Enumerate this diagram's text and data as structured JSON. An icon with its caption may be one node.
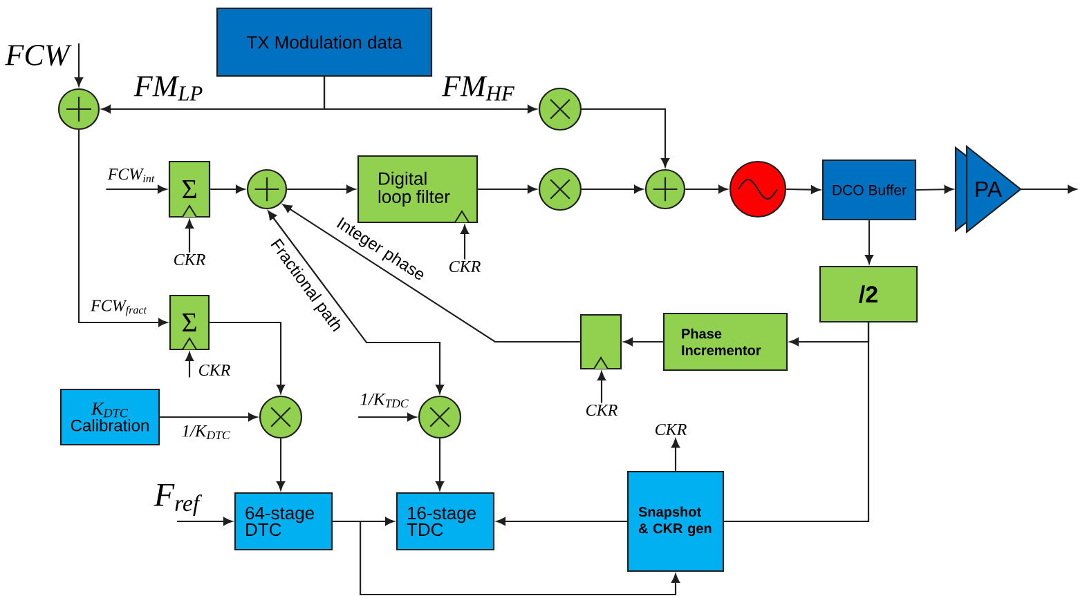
{
  "diagram": {
    "nodes": [
      {
        "text": [
          "FCW"
        ]
      },
      {
        "text": [
          "TX Modulation data"
        ]
      },
      {
        "text": [],
        "shape": "circle"
      },
      {
        "text": [],
        "shape": "circle"
      },
      {
        "text": [
          "FCW$_{int}$"
        ]
      },
      {
        "text": [
          "Σ"
        ]
      },
      {
        "text": [],
        "shape": "circle"
      },
      {
        "text": [
          "Digital loop filter"
        ]
      },
      {
        "text": [],
        "shape": "circle"
      },
      {
        "text": [],
        "shape": "circle"
      },
      {
        "text": [],
        "shape": "circle"
      },
      {
        "text": [
          "DCO Buffer"
        ]
      },
      {
        "text": [
          "PA"
        ]
      },
      {
        "text": [
          "CKR"
        ]
      },
      {
        "text": [
          "CKR"
        ]
      },
      {
        "text": [
          "/2"
        ]
      },
      {
        "text": [
          "Σ"
        ]
      },
      {
        "text": [],
        "shape": "box"
      },
      {
        "text": [
          "Phase Incrementor"
        ]
      },
      {
        "text": [
          "CKR"
        ]
      },
      {
        "text": [
          "CKR"
        ]
      },
      {
        "text": [
          "K$_{DTC}$",
          "Calibration"
        ]
      },
      {
        "text": [],
        "shape": "circle"
      },
      {
        "text": [
          "1/K$_{TDC}$"
        ]
      },
      {
        "text": [],
        "shape": "circle"
      },
      {
        "text": [
          "CKR"
        ]
      },
      {
        "text": [
          "F$_{ref}$"
        ]
      },
      {
        "text": [
          "64-stage DTC"
        ]
      },
      {
        "text": [
          "16-stage TDC"
        ]
      },
      {
        "text": [
          "Snapshot & CKR gen"
        ]
      }
    ],
    "edges": [
      {
        "from": 0,
        "to": 2,
        "arrow": "to"
      },
      {
        "from": 1,
        "to": 2,
        "arrow": "to",
        "label": "FM$_{LP}$"
      },
      {
        "from": 1,
        "to": 3,
        "arrow": "to",
        "label": "FM$_{HF}$"
      },
      {
        "from": 2,
        "to": 16,
        "arrow": "to",
        "label": "FCW$_{fract}$"
      },
      {
        "from": 4,
        "to": 5,
        "arrow": "to"
      },
      {
        "from": 5,
        "to": 6,
        "arrow": "to"
      },
      {
        "from": 6,
        "to": 7,
        "arrow": "to"
      },
      {
        "from": 7,
        "to": 8,
        "arrow": "to"
      },
      {
        "from": 3,
        "to": 9,
        "arrow": "to"
      },
      {
        "from": 8,
        "to": 9,
        "arrow": "to"
      },
      {
        "from": 9,
        "to": 10,
        "arrow": "to"
      },
      {
        "from": 10,
        "to": 11,
        "arrow": "to"
      },
      {
        "from": 11,
        "to": 12,
        "arrow": "to"
      },
      {
        "from": 12,
        "to": null,
        "arrow": "to"
      },
      {
        "from": 13,
        "to": 5,
        "arrow": "to"
      },
      {
        "from": 14,
        "to": 7,
        "arrow": "to"
      },
      {
        "from": 11,
        "to": 15,
        "arrow": "to"
      },
      {
        "from": 15,
        "to": 18,
        "arrow": "to"
      },
      {
        "from": 18,
        "to": 17,
        "arrow": "to"
      },
      {
        "from": 17,
        "to": 6,
        "arrow": "to",
        "label": "Integer phase"
      },
      {
        "from": 24,
        "to": 6,
        "arrow": "both",
        "label": "Fractional path"
      },
      {
        "from": 19,
        "to": 16,
        "arrow": "to"
      },
      {
        "from": 20,
        "to": 17,
        "arrow": "to"
      },
      {
        "from": 16,
        "to": 22,
        "arrow": "to"
      },
      {
        "from": 21,
        "to": 22,
        "arrow": "to",
        "label": "1/K$_{DTC}$"
      },
      {
        "from": 23,
        "to": 24,
        "arrow": "to"
      },
      {
        "from": 22,
        "to": 27,
        "arrow": "to"
      },
      {
        "from": 24,
        "to": 28,
        "arrow": "to"
      },
      {
        "from": 26,
        "to": 27,
        "arrow": "to"
      },
      {
        "from": 27,
        "to": 28,
        "arrow": "to"
      },
      {
        "from": 27,
        "to": 29,
        "arrow": "to"
      },
      {
        "from": 29,
        "to": 28,
        "arrow": "to"
      },
      {
        "from": 15,
        "to": 29,
        "arrow": "none"
      },
      {
        "from": 29,
        "to": 25,
        "arrow": "to"
      }
    ]
  }
}
